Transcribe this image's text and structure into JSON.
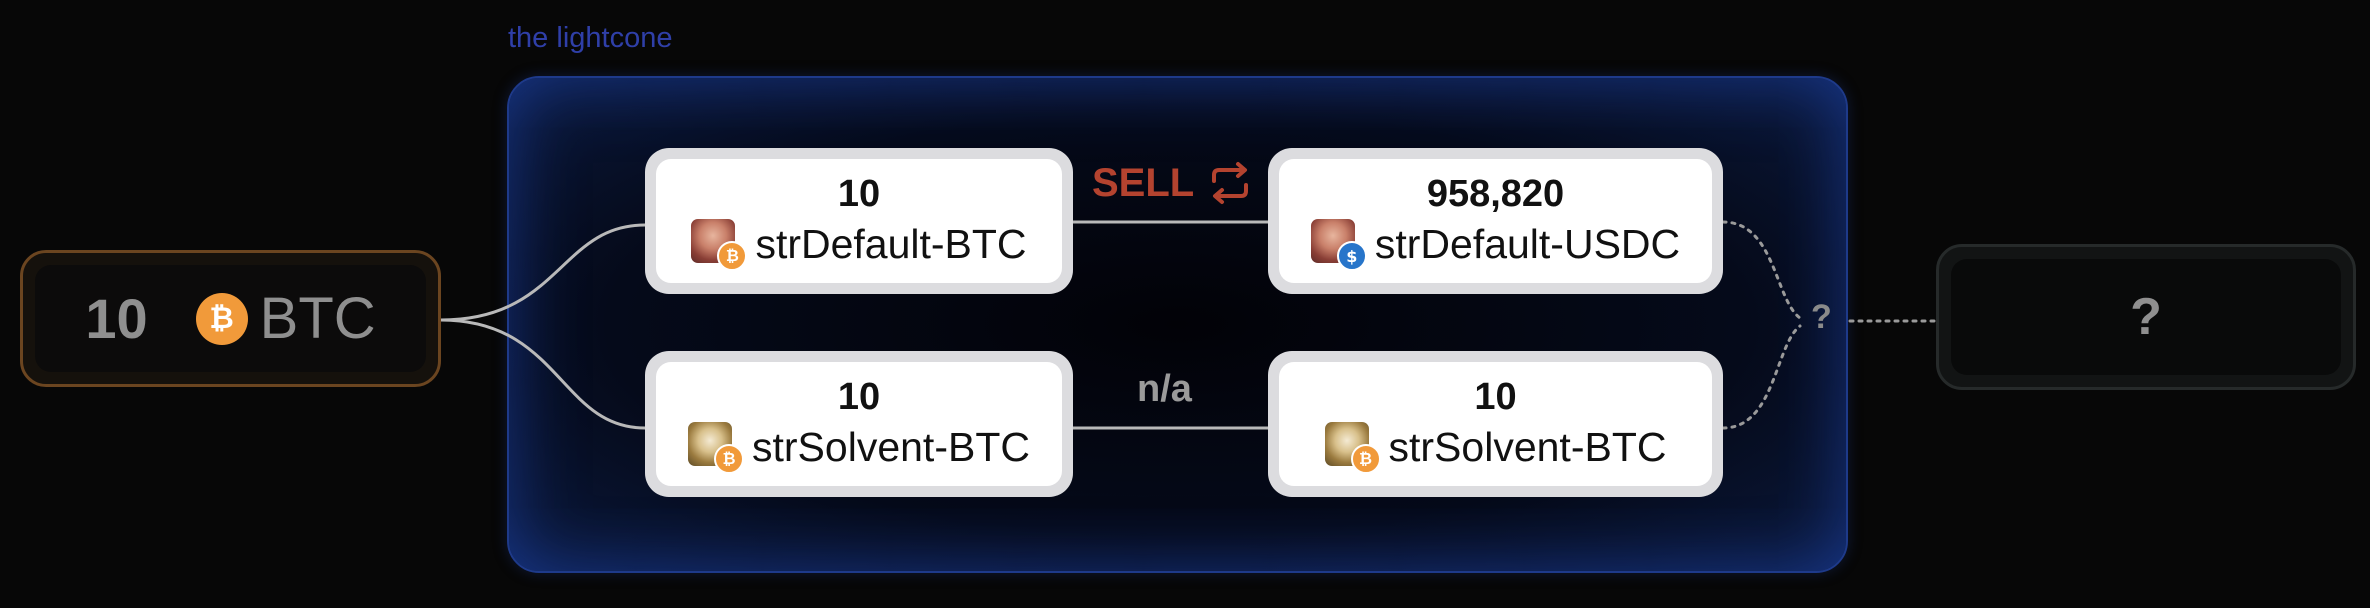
{
  "region": {
    "label": "the lightcone"
  },
  "source": {
    "amount": "10",
    "token": "BTC",
    "icon": "bitcoin-icon",
    "border_color": "#6b4520"
  },
  "destination": {
    "label": "?"
  },
  "merge_label": "?",
  "nodes": {
    "top_left": {
      "amount": "10",
      "name": "strDefault-BTC",
      "avatar": "person-avatar-red",
      "badge": "bitcoin-badge"
    },
    "top_right": {
      "amount": "958,820",
      "name": "strDefault-USDC",
      "avatar": "person-avatar-red",
      "badge": "usdc-badge"
    },
    "bottom_left": {
      "amount": "10",
      "name": "strSolvent-BTC",
      "avatar": "person-avatar-gold",
      "badge": "bitcoin-badge"
    },
    "bottom_right": {
      "amount": "10",
      "name": "strSolvent-BTC",
      "avatar": "person-avatar-gold",
      "badge": "bitcoin-badge"
    }
  },
  "edges": {
    "top": {
      "label": "SELL",
      "icon": "swap-icon",
      "color": "#b4432f"
    },
    "bottom": {
      "label": "n/a",
      "color": "#9a9a9a"
    }
  },
  "badge_glyphs": {
    "btc": "₿",
    "usdc": "$"
  },
  "colors": {
    "lightcone_border": "#1e3a8a",
    "region_label": "#2f3fa8",
    "btc": "#f19a3a",
    "usdc": "#2775ca",
    "node_frame": "#dcdcdf"
  }
}
